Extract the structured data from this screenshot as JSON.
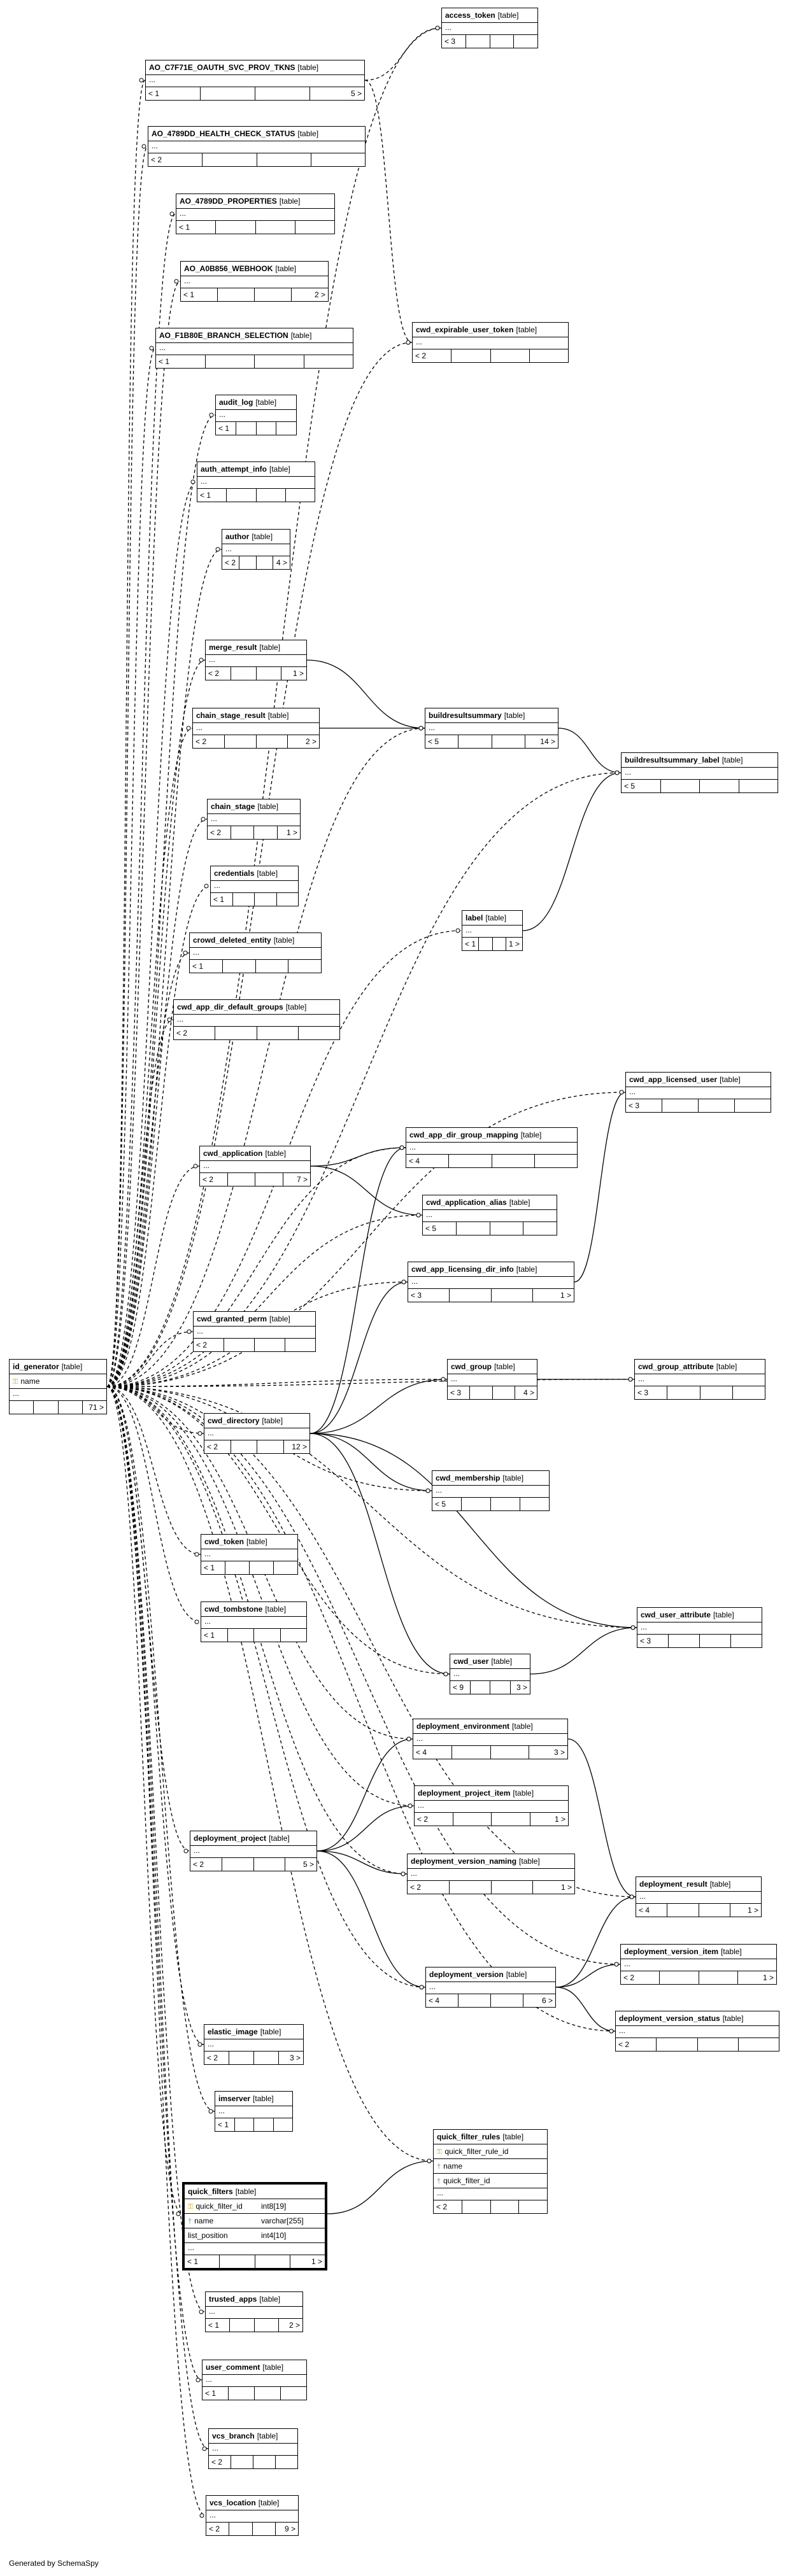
{
  "diagram": {
    "footer": "Generated by SchemaSpy",
    "table_tag": "[table]",
    "ellipsis": "...",
    "focus_table": "quick_filters",
    "tables": [
      {
        "name": "access_token",
        "rows": [],
        "parents": "< 3",
        "children": ""
      },
      {
        "name": "AO_C7F71E_OAUTH_SVC_PROV_TKNS",
        "rows": [],
        "parents": "< 1",
        "children": "5 >"
      },
      {
        "name": "AO_4789DD_HEALTH_CHECK_STATUS",
        "rows": [],
        "parents": "< 2",
        "children": ""
      },
      {
        "name": "AO_4789DD_PROPERTIES",
        "rows": [],
        "parents": "< 1",
        "children": ""
      },
      {
        "name": "AO_A0B856_WEBHOOK",
        "rows": [],
        "parents": "< 1",
        "children": "2 >"
      },
      {
        "name": "AO_F1B80E_BRANCH_SELECTION",
        "rows": [],
        "parents": "< 1",
        "children": ""
      },
      {
        "name": "cwd_expirable_user_token",
        "rows": [],
        "parents": "< 2",
        "children": ""
      },
      {
        "name": "audit_log",
        "rows": [],
        "parents": "< 1",
        "children": ""
      },
      {
        "name": "auth_attempt_info",
        "rows": [],
        "parents": "< 1",
        "children": ""
      },
      {
        "name": "author",
        "rows": [],
        "parents": "< 2",
        "children": "4 >"
      },
      {
        "name": "merge_result",
        "rows": [],
        "parents": "< 2",
        "children": "1 >"
      },
      {
        "name": "buildresultsummary",
        "rows": [],
        "parents": "< 5",
        "children": "14 >"
      },
      {
        "name": "chain_stage_result",
        "rows": [],
        "parents": "< 2",
        "children": "2 >"
      },
      {
        "name": "buildresultsummary_label",
        "rows": [],
        "parents": "< 5",
        "children": ""
      },
      {
        "name": "chain_stage",
        "rows": [],
        "parents": "< 2",
        "children": "1 >"
      },
      {
        "name": "credentials",
        "rows": [],
        "parents": "< 1",
        "children": ""
      },
      {
        "name": "label",
        "rows": [],
        "parents": "< 1",
        "children": "1 >"
      },
      {
        "name": "crowd_deleted_entity",
        "rows": [],
        "parents": "< 1",
        "children": ""
      },
      {
        "name": "cwd_app_dir_default_groups",
        "rows": [],
        "parents": "< 2",
        "children": ""
      },
      {
        "name": "cwd_app_licensed_user",
        "rows": [],
        "parents": "< 3",
        "children": ""
      },
      {
        "name": "cwd_app_dir_group_mapping",
        "rows": [],
        "parents": "< 4",
        "children": ""
      },
      {
        "name": "cwd_application",
        "rows": [],
        "parents": "< 2",
        "children": "7 >"
      },
      {
        "name": "cwd_application_alias",
        "rows": [],
        "parents": "< 5",
        "children": ""
      },
      {
        "name": "cwd_app_licensing_dir_info",
        "rows": [],
        "parents": "< 3",
        "children": "1 >"
      },
      {
        "name": "cwd_granted_perm",
        "rows": [],
        "parents": "< 2",
        "children": ""
      },
      {
        "name": "id_generator",
        "rows": [
          {
            "key": "pk",
            "name": "name",
            "type": ""
          }
        ],
        "parents": "",
        "children": "71 >"
      },
      {
        "name": "cwd_group",
        "rows": [],
        "parents": "< 3",
        "children": "4 >"
      },
      {
        "name": "cwd_group_attribute",
        "rows": [],
        "parents": "< 3",
        "children": ""
      },
      {
        "name": "cwd_directory",
        "rows": [],
        "parents": "< 2",
        "children": "12 >"
      },
      {
        "name": "cwd_membership",
        "rows": [],
        "parents": "< 5",
        "children": ""
      },
      {
        "name": "cwd_token",
        "rows": [],
        "parents": "< 1",
        "children": ""
      },
      {
        "name": "cwd_tombstone",
        "rows": [],
        "parents": "< 1",
        "children": ""
      },
      {
        "name": "cwd_user_attribute",
        "rows": [],
        "parents": "< 3",
        "children": ""
      },
      {
        "name": "cwd_user",
        "rows": [],
        "parents": "< 9",
        "children": "3 >"
      },
      {
        "name": "deployment_environment",
        "rows": [],
        "parents": "< 4",
        "children": "3 >"
      },
      {
        "name": "deployment_project_item",
        "rows": [],
        "parents": "< 2",
        "children": "1 >"
      },
      {
        "name": "deployment_project",
        "rows": [],
        "parents": "< 2",
        "children": "5 >"
      },
      {
        "name": "deployment_version_naming",
        "rows": [],
        "parents": "< 2",
        "children": "1 >"
      },
      {
        "name": "deployment_result",
        "rows": [],
        "parents": "< 4",
        "children": "1 >"
      },
      {
        "name": "deployment_version_item",
        "rows": [],
        "parents": "< 2",
        "children": "1 >"
      },
      {
        "name": "deployment_version",
        "rows": [],
        "parents": "< 4",
        "children": "6 >"
      },
      {
        "name": "deployment_version_status",
        "rows": [],
        "parents": "< 2",
        "children": ""
      },
      {
        "name": "elastic_image",
        "rows": [],
        "parents": "< 2",
        "children": "3 >"
      },
      {
        "name": "imserver",
        "rows": [],
        "parents": "< 1",
        "children": ""
      },
      {
        "name": "quick_filter_rules",
        "rows": [
          {
            "key": "pk",
            "name": "quick_filter_rule_id",
            "type": ""
          },
          {
            "key": "fk",
            "name": "name",
            "type": ""
          },
          {
            "key": "fk",
            "name": "quick_filter_id",
            "type": ""
          }
        ],
        "parents": "< 2",
        "children": ""
      },
      {
        "name": "quick_filters",
        "rows": [
          {
            "key": "pk",
            "name": "quick_filter_id",
            "type": "int8[19]"
          },
          {
            "key": "fk",
            "name": "name",
            "type": "varchar[255]"
          },
          {
            "key": "",
            "name": "list_position",
            "type": "int4[10]"
          }
        ],
        "parents": "< 1",
        "children": "1 >"
      },
      {
        "name": "trusted_apps",
        "rows": [],
        "parents": "< 1",
        "children": "2 >"
      },
      {
        "name": "user_comment",
        "rows": [],
        "parents": "< 1",
        "children": ""
      },
      {
        "name": "vcs_branch",
        "rows": [],
        "parents": "< 2",
        "children": ""
      },
      {
        "name": "vcs_location",
        "rows": [],
        "parents": "< 2",
        "children": "9 >"
      }
    ]
  }
}
